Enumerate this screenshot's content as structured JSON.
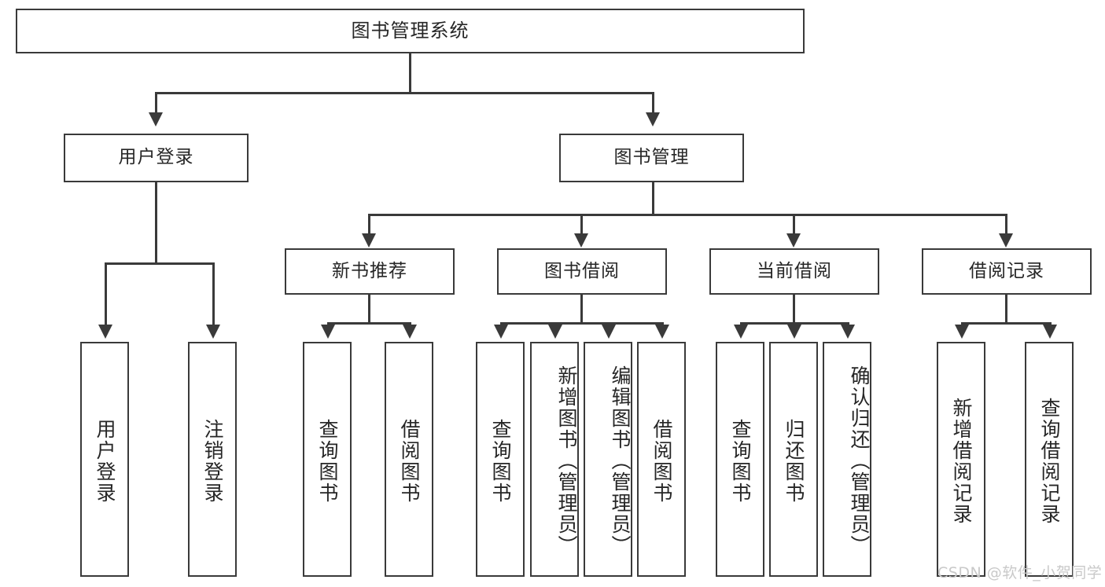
{
  "diagram": {
    "title": "图书管理系统",
    "type": "hierarchy-tree",
    "root": {
      "label": "图书管理系统"
    },
    "level2": [
      {
        "label": "用户登录"
      },
      {
        "label": "图书管理"
      }
    ],
    "level3": [
      {
        "label": "新书推荐"
      },
      {
        "label": "图书借阅"
      },
      {
        "label": "当前借阅"
      },
      {
        "label": "借阅记录"
      }
    ],
    "leaves": {
      "user_login": [
        {
          "label": "用户登录"
        },
        {
          "label": "注销登录"
        }
      ],
      "new_book_recommend": [
        {
          "label": "查询图书"
        },
        {
          "label": "借阅图书"
        }
      ],
      "book_borrow": [
        {
          "label": "查询图书"
        },
        {
          "label": "新增图书（管理员）"
        },
        {
          "label": "编辑图书（管理员）"
        },
        {
          "label": "借阅图书"
        }
      ],
      "current_borrow": [
        {
          "label": "查询图书"
        },
        {
          "label": "归还图书"
        },
        {
          "label": "确认归还（管理员）"
        }
      ],
      "borrow_record": [
        {
          "label": "新增借阅记录"
        },
        {
          "label": "查询借阅记录"
        }
      ]
    }
  },
  "watermark": {
    "text": "CSDN @软件_小贺同学"
  },
  "colors": {
    "stroke": "#3a3a3a",
    "text": "#262626",
    "background": "#ffffff",
    "watermark": "#c9c9c9"
  }
}
